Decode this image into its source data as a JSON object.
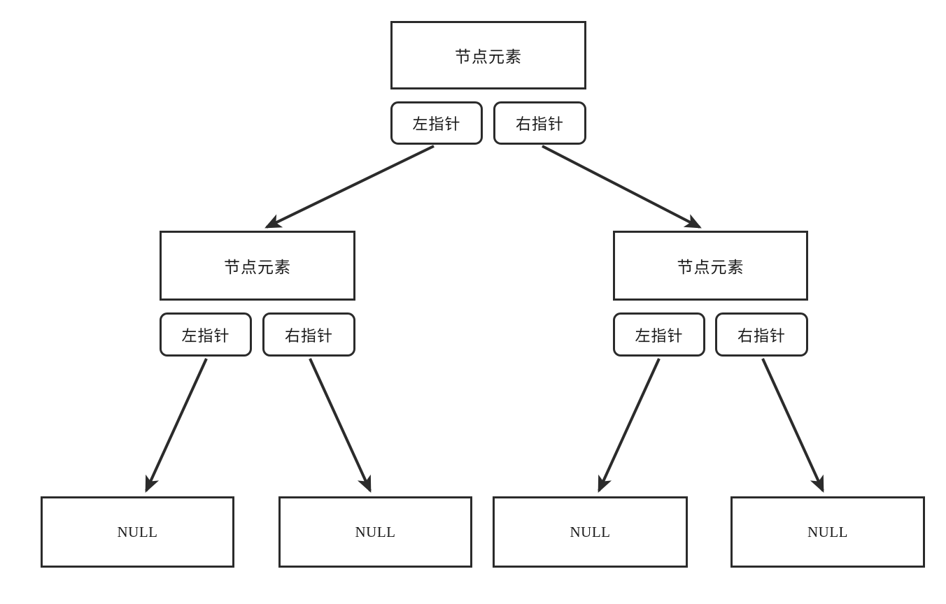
{
  "diagram": {
    "title": "binary-tree-node-structure",
    "stroke_color": "#2b2b2b",
    "text_color": "#1a1a1a",
    "background_color": "#ffffff",
    "labels": {
      "element": "节点元素",
      "left_pointer": "左指针",
      "right_pointer": "右指针",
      "null": "NULL"
    },
    "nodes": [
      {
        "id": "root",
        "element": "节点元素",
        "left_pointer": "左指针",
        "right_pointer": "右指针"
      },
      {
        "id": "left-child",
        "element": "节点元素",
        "left_pointer": "左指针",
        "right_pointer": "右指针"
      },
      {
        "id": "right-child",
        "element": "节点元素",
        "left_pointer": "左指针",
        "right_pointer": "右指针"
      }
    ],
    "leaves": [
      {
        "id": "null-1",
        "label": "NULL"
      },
      {
        "id": "null-2",
        "label": "NULL"
      },
      {
        "id": "null-3",
        "label": "NULL"
      },
      {
        "id": "null-4",
        "label": "NULL"
      }
    ],
    "edges": [
      {
        "from": "root-left-pointer",
        "to": "left-child"
      },
      {
        "from": "root-right-pointer",
        "to": "right-child"
      },
      {
        "from": "left-child-left-pointer",
        "to": "null-1"
      },
      {
        "from": "left-child-right-pointer",
        "to": "null-2"
      },
      {
        "from": "right-child-left-pointer",
        "to": "null-3"
      },
      {
        "from": "right-child-right-pointer",
        "to": "null-4"
      }
    ]
  }
}
